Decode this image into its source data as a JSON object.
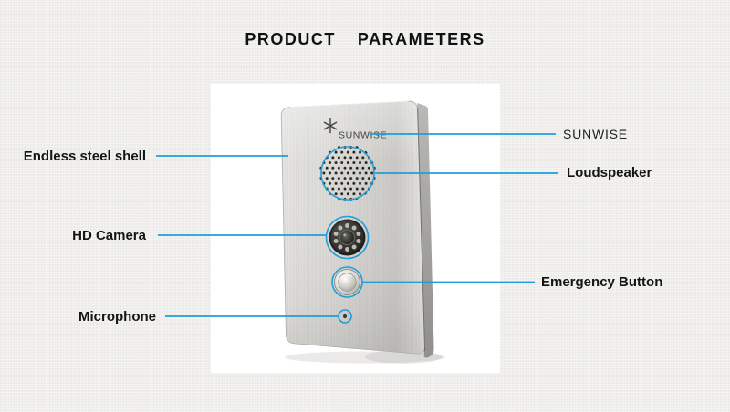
{
  "title": {
    "word1": "PRODUCT",
    "word2": "PARAMETERS"
  },
  "colors": {
    "background": "#f0efed",
    "accent_callout_blue": "#1f9ed9",
    "label_text": "#151515",
    "steel_panel": "#d9d8d4"
  },
  "device": {
    "brand": "SUNWISE",
    "brand_icon": "star-pinwheel-icon"
  },
  "callouts": {
    "left": [
      {
        "label": "Endless steel shell"
      },
      {
        "label": "HD Camera"
      },
      {
        "label": "Microphone"
      }
    ],
    "right": [
      {
        "label": "SUNWISE"
      },
      {
        "label": "Loudspeaker"
      },
      {
        "label": "Emergency Button"
      }
    ]
  }
}
